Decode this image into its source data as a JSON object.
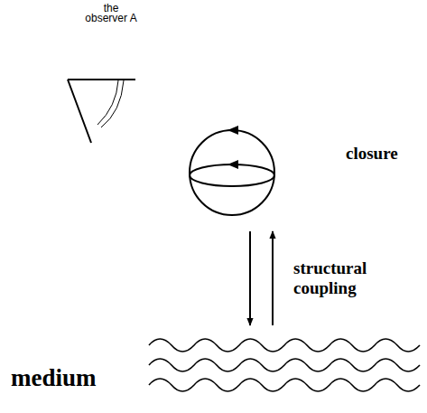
{
  "diagram": {
    "nodes": [
      {
        "text": [
          "the observer A"
        ]
      },
      {
        "text": [
          "closure"
        ]
      },
      {
        "text": [
          "medium"
        ]
      }
    ],
    "edges": [
      {
        "from": 1,
        "to": 2,
        "arrow": "to"
      },
      {
        "from": 2,
        "to": 1,
        "arrow": "to",
        "label": "structural coupling"
      }
    ]
  }
}
